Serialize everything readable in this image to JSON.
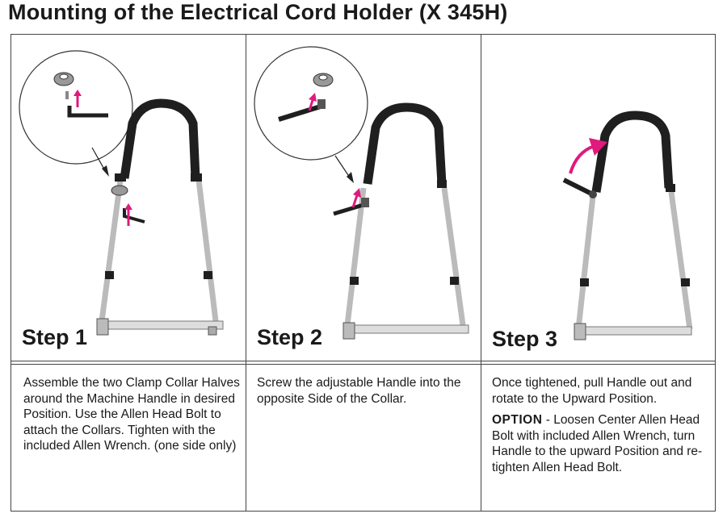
{
  "title": "Mounting of the Electrical Cord Holder  (X 345H)",
  "steps": [
    {
      "label": "Step 1",
      "text": "Assemble the two Clamp Collar Halves around the Machine Handle in desired Position. Use the Allen Head Bolt to attach the Collars.  Tighten with the included Allen Wrench. (one side only)"
    },
    {
      "label": "Step 2",
      "text": "Screw the adjustable Handle into the opposite Side of the Collar."
    },
    {
      "label": "Step 3",
      "text": "Once tightened, pull Handle out and rotate to the Upward Position.",
      "option_label": "OPTION",
      "option_text": " - Loosen Center Allen Head Bolt with included Allen Wrench, turn Handle to the upward Position and re-tighten Allen Head Bolt."
    }
  ],
  "colors": {
    "accent": "#e0197d",
    "frame": "#444444",
    "handle": "#1f1f1f"
  }
}
